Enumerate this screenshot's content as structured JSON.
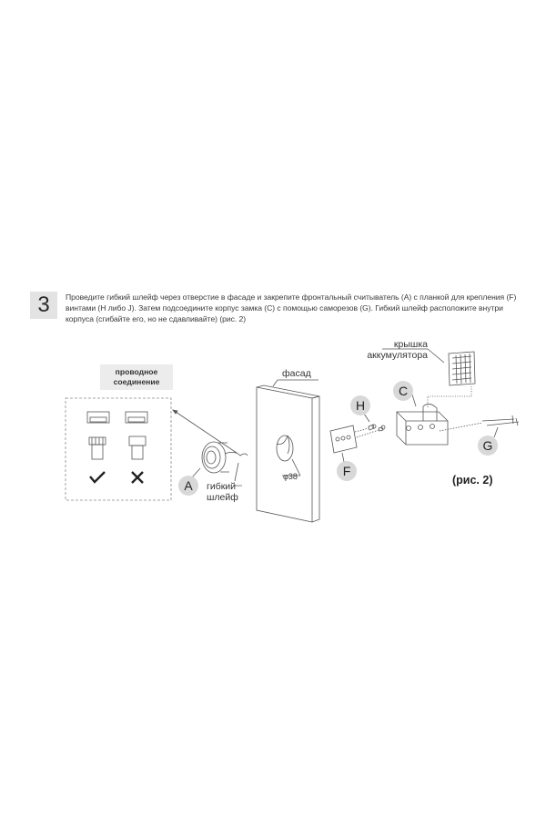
{
  "step": {
    "number": "3",
    "instruction": "Проведите гибкий шлейф через отверстие в фасаде и закрепите фронтальный считыватель (A) с планкой для крепления (F) винтами (H либо J). Затем подсоедините корпус замка (C) с помощью саморезов (G). Гибкий шлейф расположите внутри корпуса (сгибайте его, но не сдавливайте) (рис. 2)"
  },
  "diagram": {
    "wired_connection": {
      "title_line1": "проводное",
      "title_line2": "соединение",
      "correct_mark": "✓",
      "wrong_mark": "✕"
    },
    "labels": {
      "facade": "фасад",
      "hole_diameter": "φ38",
      "flex_cable_line1": "гибкий",
      "flex_cable_line2": "шлейф",
      "battery_cover_line1": "крышка",
      "battery_cover_line2": "аккумулятора"
    },
    "badges": {
      "A": "A",
      "F": "F",
      "H": "H",
      "C": "C",
      "G": "G"
    },
    "figure_caption": "(рис. 2)"
  },
  "colors": {
    "step_box_bg": "#e3e3e3",
    "badge_bg": "#d8d8d8",
    "title_bg": "#ececec",
    "line": "#555555",
    "text": "#3a3a3a"
  }
}
